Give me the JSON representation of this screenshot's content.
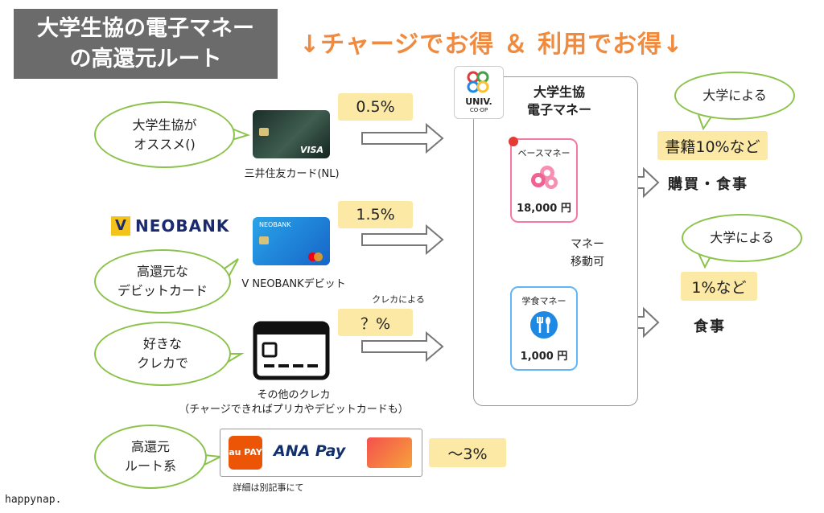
{
  "title": {
    "line1": "大学生協の電子マネー",
    "line2": "の高還元ルート"
  },
  "headline": "↓チャージでお得 ＆ 利用でお得↓",
  "routes": [
    {
      "bubble_line1": "大学生協が",
      "bubble_line2": "オススメ()",
      "rate": "0.5%",
      "card_label": "三井住友カード(NL)",
      "card_text": "VISA"
    },
    {
      "brand": "NEOBANK",
      "brand_prefix": "V",
      "bubble_line1": "高還元な",
      "bubble_line2": "デビットカード",
      "rate": "1.5%",
      "card_label": "V NEOBANKデビット",
      "card_text": "NEOBANK"
    },
    {
      "bubble_line1": "好きな",
      "bubble_line2": "クレカで",
      "rate": "？%",
      "rate_note": "クレカによる",
      "card_label_line1": "その他のクレカ",
      "card_label_line2": "（チャージできればプリカやデビットカードも）"
    },
    {
      "bubble_line1": "高還元",
      "bubble_line2": "ルート系",
      "rate": "～3%",
      "pays": [
        "au PAY",
        "ANA Pay"
      ],
      "footnote": "詳細は別記事にて"
    }
  ],
  "panel": {
    "logo_text": "UNIV.",
    "logo_sub": "CO·OP",
    "title_line1": "大学生協",
    "title_line2": "電子マネー",
    "base": {
      "name": "ベースマネー",
      "amount": "18,000 円"
    },
    "meal": {
      "name": "学食マネー",
      "amount": "1,000 円"
    },
    "move_line1": "マネー",
    "move_line2": "移動可"
  },
  "outcomes": [
    {
      "bubble": "大学による",
      "rate": "書籍10%など",
      "label": "購買・食事"
    },
    {
      "bubble": "大学による",
      "rate": "1%など",
      "label": "食事"
    }
  ],
  "watermark": "happynap.",
  "colors": {
    "accent": "#f08a3e",
    "bubble_border": "#8bc34a",
    "rate_bg": "#fde9a6",
    "base": "#f47aa0",
    "meal": "#64b5f6"
  }
}
